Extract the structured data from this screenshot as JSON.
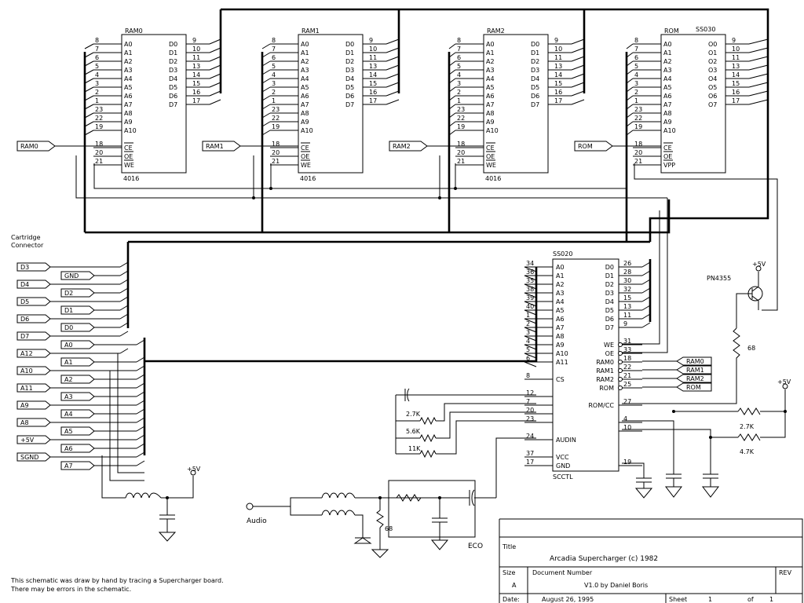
{
  "chips": [
    {
      "name": "RAM0",
      "type": "4016",
      "left_pins": [
        "8",
        "7",
        "6",
        "5",
        "4",
        "3",
        "2",
        "1",
        "23",
        "22",
        "19",
        "",
        "18",
        "20",
        "21"
      ],
      "left_labels": [
        "A0",
        "A1",
        "A2",
        "A3",
        "A4",
        "A5",
        "A6",
        "A7",
        "A8",
        "A9",
        "A10",
        "",
        "CE",
        "OE",
        "WE"
      ],
      "right_pins": [
        "9",
        "10",
        "11",
        "13",
        "14",
        "15",
        "16",
        "17"
      ],
      "right_labels": [
        "D0",
        "D1",
        "D2",
        "D3",
        "D4",
        "D5",
        "D6",
        "D7"
      ]
    },
    {
      "name": "RAM1",
      "type": "4016",
      "left_pins": [
        "8",
        "7",
        "6",
        "5",
        "4",
        "3",
        "2",
        "1",
        "23",
        "22",
        "19",
        "",
        "18",
        "20",
        "21"
      ],
      "left_labels": [
        "A0",
        "A1",
        "A2",
        "A3",
        "A4",
        "A5",
        "A6",
        "A7",
        "A8",
        "A9",
        "A10",
        "",
        "CE",
        "OE",
        "WE"
      ],
      "right_pins": [
        "9",
        "10",
        "11",
        "13",
        "14",
        "15",
        "16",
        "17"
      ],
      "right_labels": [
        "D0",
        "D1",
        "D2",
        "D3",
        "D4",
        "D5",
        "D6",
        "D7"
      ]
    },
    {
      "name": "RAM2",
      "type": "4016",
      "left_pins": [
        "8",
        "7",
        "6",
        "5",
        "4",
        "3",
        "2",
        "1",
        "23",
        "22",
        "19",
        "",
        "18",
        "20",
        "21"
      ],
      "left_labels": [
        "A0",
        "A1",
        "A2",
        "A3",
        "A4",
        "A5",
        "A6",
        "A7",
        "A8",
        "A9",
        "A10",
        "",
        "CE",
        "OE",
        "WE"
      ],
      "right_pins": [
        "9",
        "10",
        "11",
        "13",
        "14",
        "15",
        "16",
        "17"
      ],
      "right_labels": [
        "D0",
        "D1",
        "D2",
        "D3",
        "D4",
        "D5",
        "D6",
        "D7"
      ]
    },
    {
      "name": "ROM",
      "type": "",
      "part": "SS030",
      "left_pins": [
        "8",
        "7",
        "6",
        "5",
        "4",
        "3",
        "2",
        "1",
        "23",
        "22",
        "19",
        "",
        "18",
        "20",
        "21"
      ],
      "left_labels": [
        "A0",
        "A1",
        "A2",
        "A3",
        "A4",
        "A5",
        "A6",
        "A7",
        "A8",
        "A9",
        "A10",
        "",
        "CE",
        "OE",
        "VPP"
      ],
      "right_pins": [
        "9",
        "10",
        "11",
        "13",
        "14",
        "15",
        "16",
        "17"
      ],
      "right_labels": [
        "O0",
        "O1",
        "O2",
        "O3",
        "O4",
        "O5",
        "O6",
        "O7"
      ]
    }
  ],
  "input_flags": [
    "RAM0",
    "RAM1",
    "RAM2",
    "ROM"
  ],
  "ctl": {
    "part": "SS020",
    "name": "SCCTL",
    "left_pins": [
      "34",
      "36",
      "35",
      "38",
      "39",
      "40",
      "1",
      "2",
      "3",
      "4",
      "5",
      "6",
      "",
      "8",
      "",
      "12",
      "7",
      "20",
      "23",
      "",
      "24",
      "",
      "37",
      "17"
    ],
    "left_labels": [
      "A0",
      "A1",
      "A2",
      "A3",
      "A4",
      "A5",
      "A6",
      "A7",
      "A8",
      "A9",
      "A10",
      "A11",
      "",
      "CS",
      "",
      "",
      "",
      "",
      "",
      "",
      "AUDIN",
      "",
      "VCC",
      "GND"
    ],
    "right_pins": [
      "26",
      "28",
      "30",
      "32",
      "15",
      "13",
      "11",
      "9",
      "",
      "31",
      "33",
      "18",
      "22",
      "21",
      "25",
      "",
      "27",
      "",
      "4",
      "10",
      "",
      "",
      "",
      "19"
    ],
    "right_labels": [
      "D0",
      "D1",
      "D2",
      "D3",
      "D4",
      "D5",
      "D6",
      "D7",
      "",
      "WE",
      "OE",
      "RAM0",
      "RAM1",
      "RAM2",
      "ROM",
      "",
      "ROM/CC",
      "",
      "",
      "",
      "",
      "",
      "",
      ""
    ]
  },
  "output_flags": [
    "RAM0",
    "RAM1",
    "RAM2",
    "ROM"
  ],
  "cartridge": {
    "title_lines": [
      "Cartridge",
      "Connector"
    ],
    "left_flags": [
      "D3",
      "D4",
      "D5",
      "D6",
      "D7",
      "A12",
      "A10",
      "A11",
      "A9",
      "A8",
      "+5V",
      "SGND"
    ],
    "right_flags": [
      "GND",
      "D2",
      "D1",
      "D0",
      "A0",
      "A1",
      "A2",
      "A3",
      "A4",
      "A5",
      "A6",
      "A7"
    ]
  },
  "components": {
    "transistor": "PN4355",
    "r68_top": "68",
    "r68_bot": "68",
    "r27k_left": "2.7K",
    "r56k": "5.6K",
    "r11k": "11K",
    "r27k_right": "2.7K",
    "r47k": "4.7K",
    "vcc": "+5V",
    "eco": "ECO",
    "audio": "Audio"
  },
  "notes": [
    "This schematic was draw by hand by tracing a Supercharger board.",
    "There may be errors in the schematic."
  ],
  "title_block": {
    "title_label": "Title",
    "title": "Arcadia Supercharger (c) 1982",
    "size_label": "Size",
    "size": "A",
    "docnum_label": "Document Number",
    "docnum": "V1.0 by Daniel Boris",
    "rev_label": "REV",
    "date_label": "Date:",
    "date": "August 26, 1995",
    "sheet_label": "Sheet",
    "sheet": "1",
    "of_label": "of",
    "of": "1"
  }
}
